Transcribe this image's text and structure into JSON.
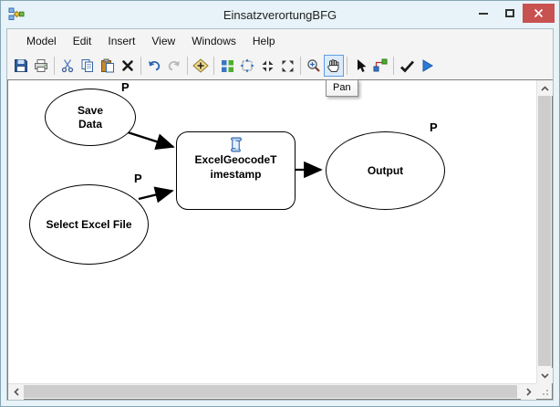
{
  "window": {
    "title": "EinsatzverortungBFG"
  },
  "menu": {
    "items": [
      "Model",
      "Edit",
      "Insert",
      "View",
      "Windows",
      "Help"
    ]
  },
  "toolbar": {
    "tooltip": "Pan",
    "active_tool": "pan",
    "icons": [
      "save-icon",
      "print-icon",
      "cut-icon",
      "copy-icon",
      "paste-icon",
      "delete-icon",
      "undo-icon",
      "redo-icon",
      "add-data-icon",
      "auto-layout-icon",
      "full-extent-icon",
      "fixed-zoom-in-icon",
      "fixed-zoom-out-icon",
      "zoom-icon",
      "pan-icon",
      "select-icon",
      "connect-icon",
      "validate-icon",
      "run-icon"
    ]
  },
  "diagram": {
    "nodes": [
      {
        "id": "save-data",
        "kind": "input-variable",
        "shape": "ellipse",
        "label": "Save Data",
        "parameter_flag": "P"
      },
      {
        "id": "select-excel-file",
        "kind": "input-variable",
        "shape": "ellipse",
        "label": "Select Excel File",
        "parameter_flag": "P"
      },
      {
        "id": "excel-geocode-timestamp",
        "kind": "script-tool",
        "shape": "rounded-rect",
        "label": "ExcelGeocodeTimestamp",
        "label_lines": [
          "ExcelGeocodeT",
          "imestamp"
        ]
      },
      {
        "id": "output",
        "kind": "output-variable",
        "shape": "ellipse",
        "label": "Output",
        "parameter_flag": "P"
      }
    ],
    "connections": [
      {
        "from": "Save Data",
        "to": "ExcelGeocodeTimestamp"
      },
      {
        "from": "Select Excel File",
        "to": "ExcelGeocodeTimestamp"
      },
      {
        "from": "ExcelGeocodeTimestamp",
        "to": "Output"
      }
    ]
  },
  "colors": {
    "frame": "#e7f3f8",
    "close_button": "#c85250",
    "active_tool_bg": "#dcebfb",
    "active_tool_border": "#5c9fe3",
    "node_fill": "#ffffff",
    "node_stroke": "#000000"
  }
}
